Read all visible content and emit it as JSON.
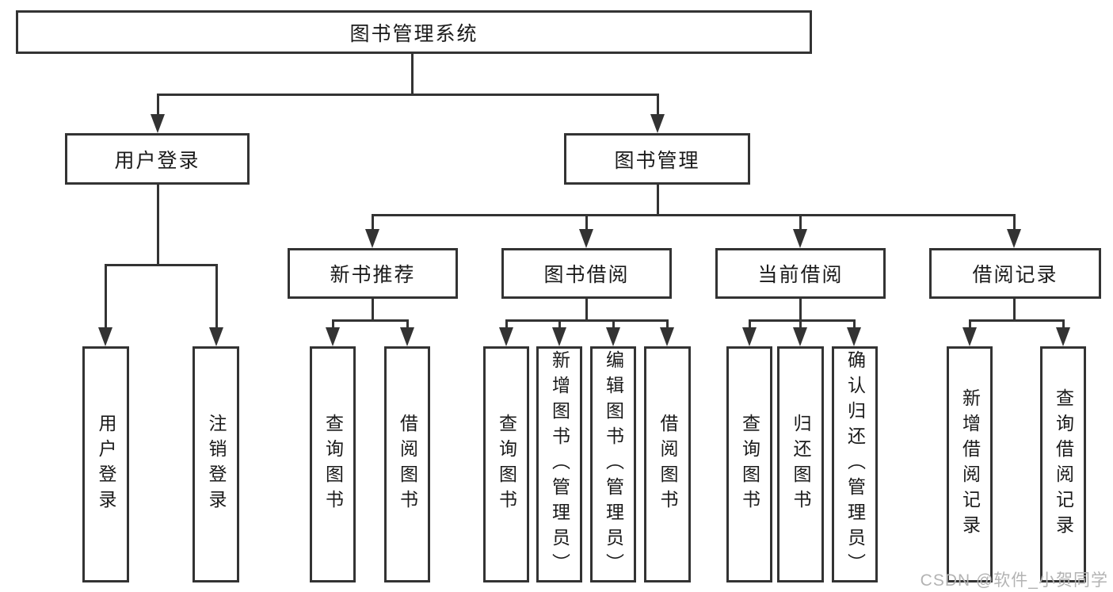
{
  "tree": {
    "root": {
      "label": "图书管理系统"
    },
    "branches": [
      {
        "label": "用户登录",
        "children": [
          {
            "label": "用户登录"
          },
          {
            "label": "注销登录"
          }
        ]
      },
      {
        "label": "图书管理",
        "children": [
          {
            "label": "新书推荐",
            "children": [
              {
                "label": "查询图书"
              },
              {
                "label": "借阅图书"
              }
            ]
          },
          {
            "label": "图书借阅",
            "children": [
              {
                "label": "查询图书"
              },
              {
                "label": "新增图书（管理员）"
              },
              {
                "label": "编辑图书（管理员）"
              },
              {
                "label": "借阅图书"
              }
            ]
          },
          {
            "label": "当前借阅",
            "children": [
              {
                "label": "查询图书"
              },
              {
                "label": "归还图书"
              },
              {
                "label": "确认归还（管理员）"
              }
            ]
          },
          {
            "label": "借阅记录",
            "children": [
              {
                "label": "新增借阅记录"
              },
              {
                "label": "查询借阅记录"
              }
            ]
          }
        ]
      }
    ]
  },
  "watermark": "CSDN @软件_小贺同学",
  "colors": {
    "line": "#333333",
    "text": "#1a1a1a",
    "watermark": "#b3b3b3",
    "background": "#ffffff"
  }
}
